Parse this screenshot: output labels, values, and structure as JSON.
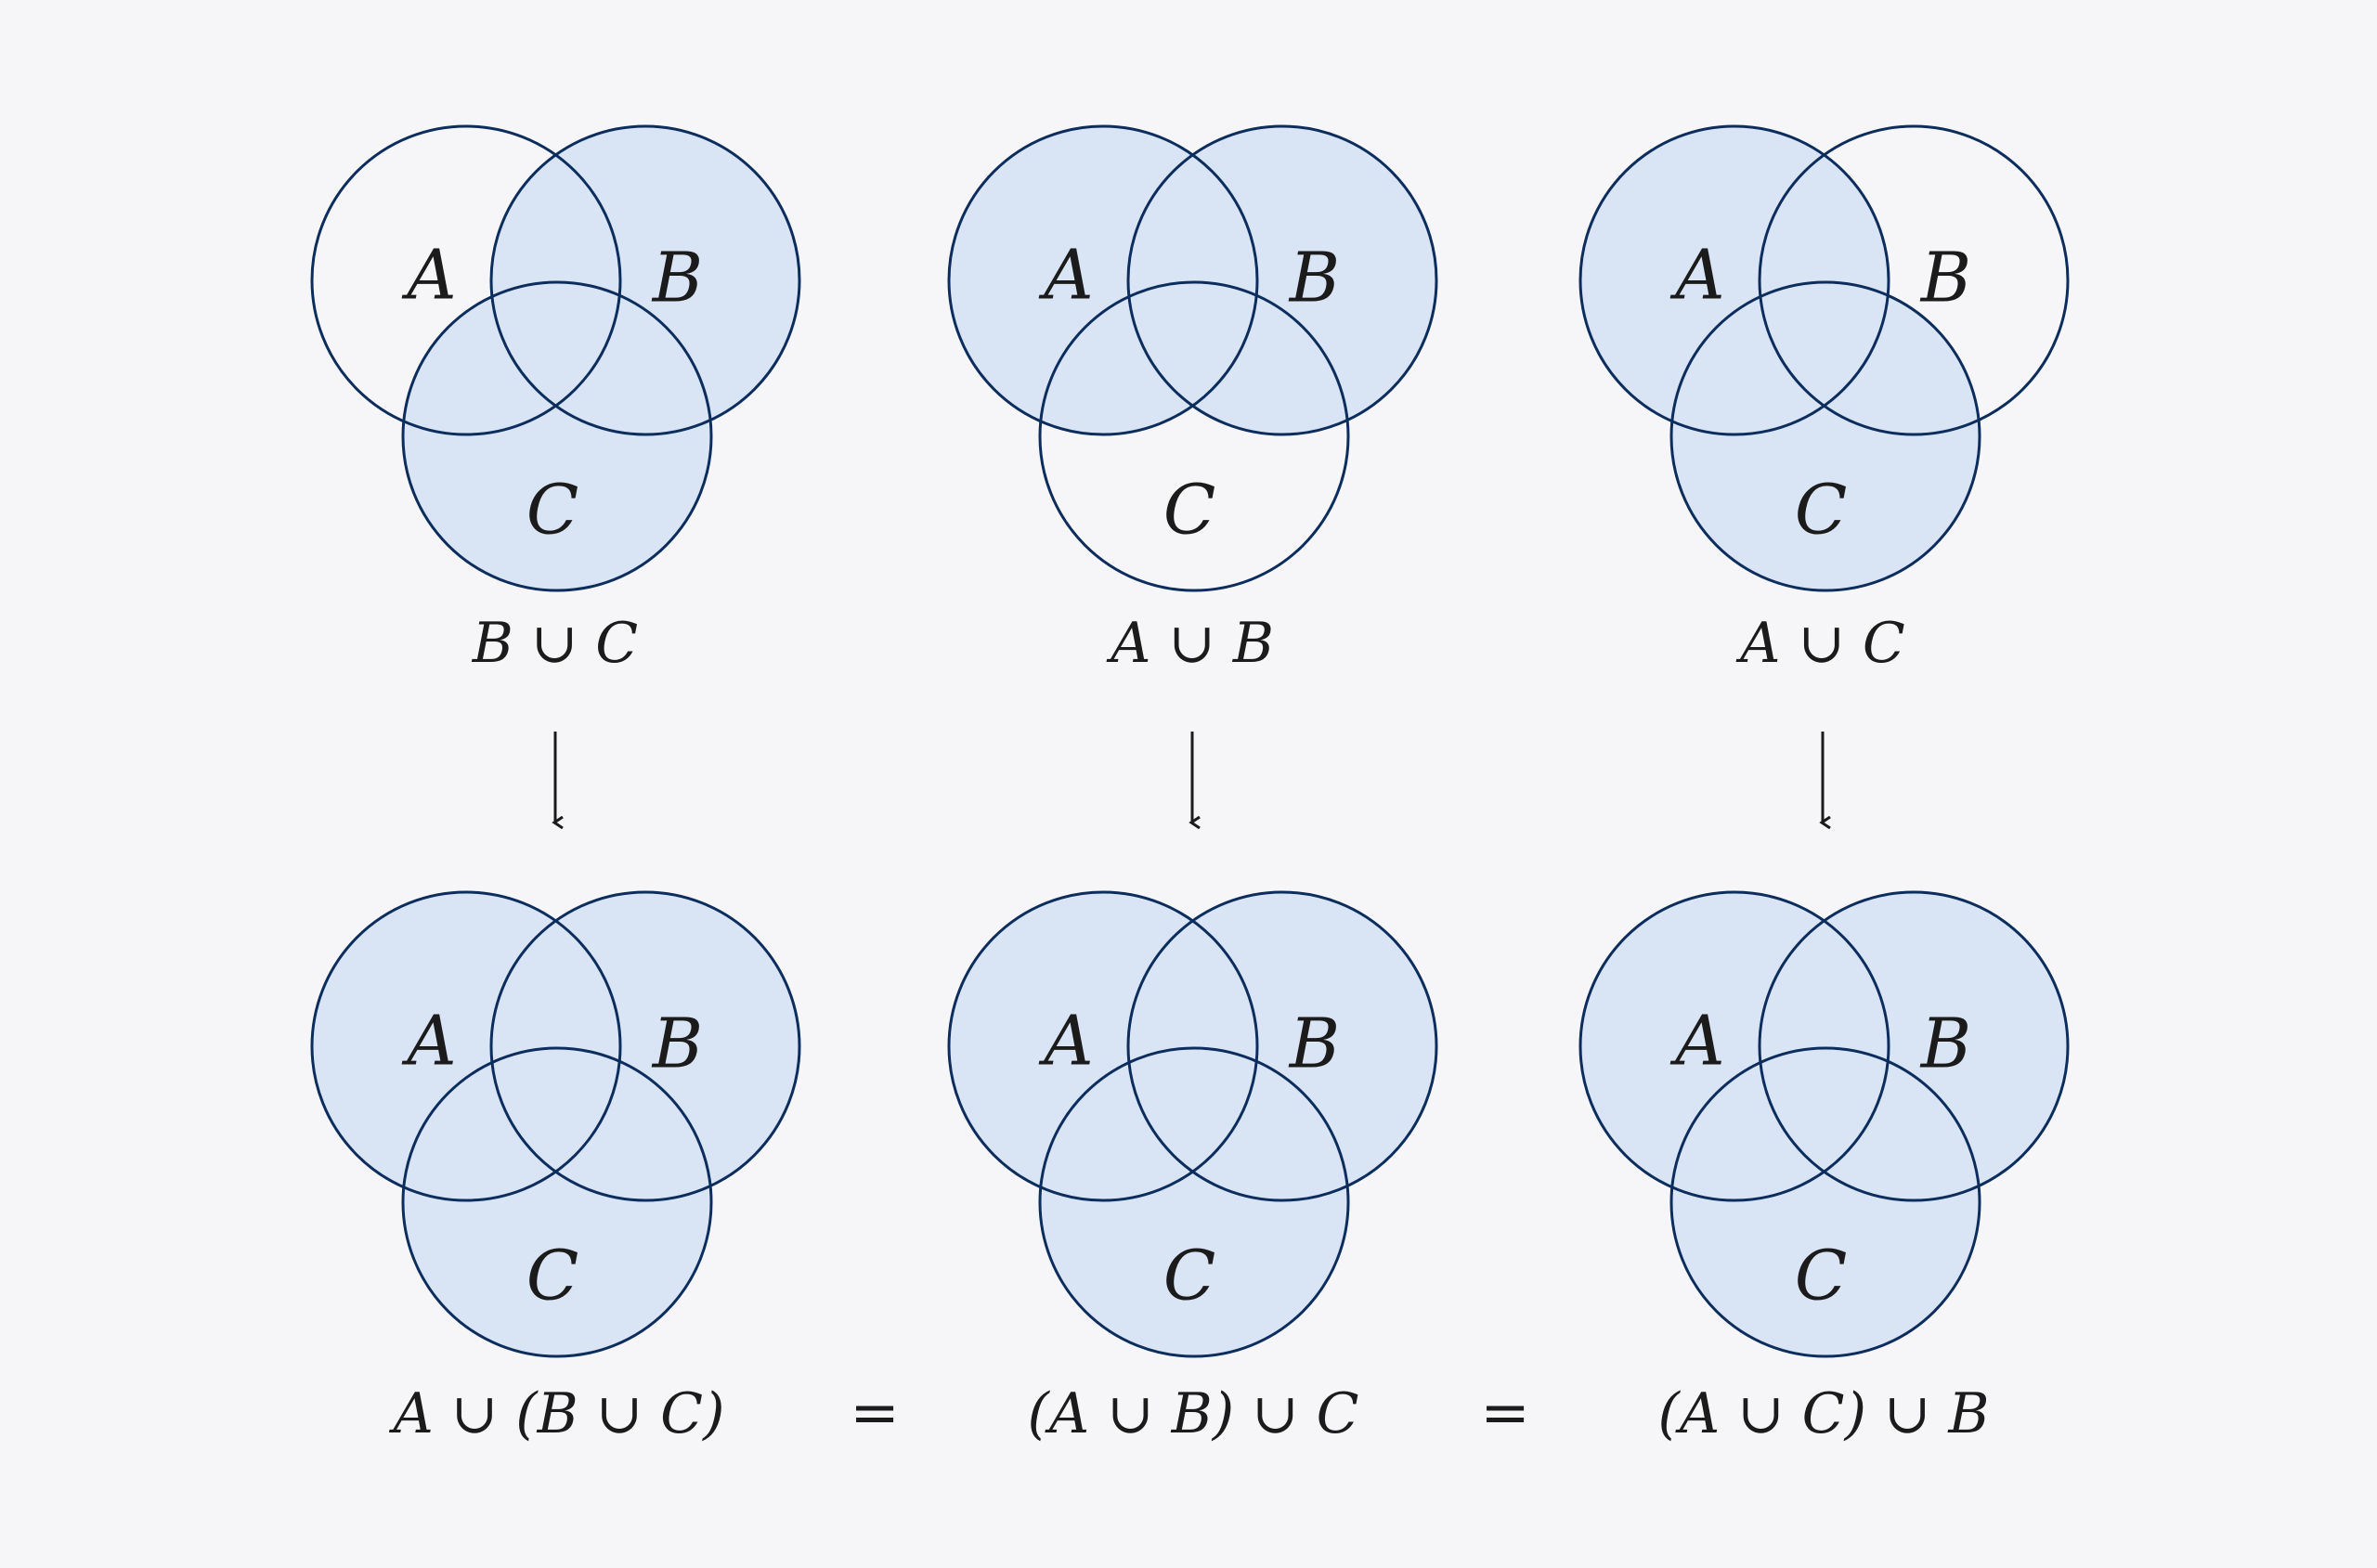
{
  "colors": {
    "background": "#f6f6f8",
    "fill": "#d9e4f5",
    "stroke": "#0d2d5c",
    "text": "#1b1b1b"
  },
  "set_labels": [
    "A",
    "B",
    "C"
  ],
  "diagrams": [
    {
      "id": "top-1",
      "shaded": [
        "B",
        "C"
      ],
      "caption": "B ∪ C"
    },
    {
      "id": "top-2",
      "shaded": [
        "A",
        "B"
      ],
      "caption": "A ∪ B"
    },
    {
      "id": "top-3",
      "shaded": [
        "A",
        "C"
      ],
      "caption": "A ∪ C"
    },
    {
      "id": "bottom-1",
      "shaded": [
        "A",
        "B",
        "C"
      ],
      "caption": "A ∪ (B ∪ C)"
    },
    {
      "id": "bottom-2",
      "shaded": [
        "A",
        "B",
        "C"
      ],
      "caption": "(A ∪ B) ∪ C"
    },
    {
      "id": "bottom-3",
      "shaded": [
        "A",
        "B",
        "C"
      ],
      "caption": "(A ∪ C) ∪ B"
    }
  ],
  "equals": [
    "=",
    "="
  ]
}
